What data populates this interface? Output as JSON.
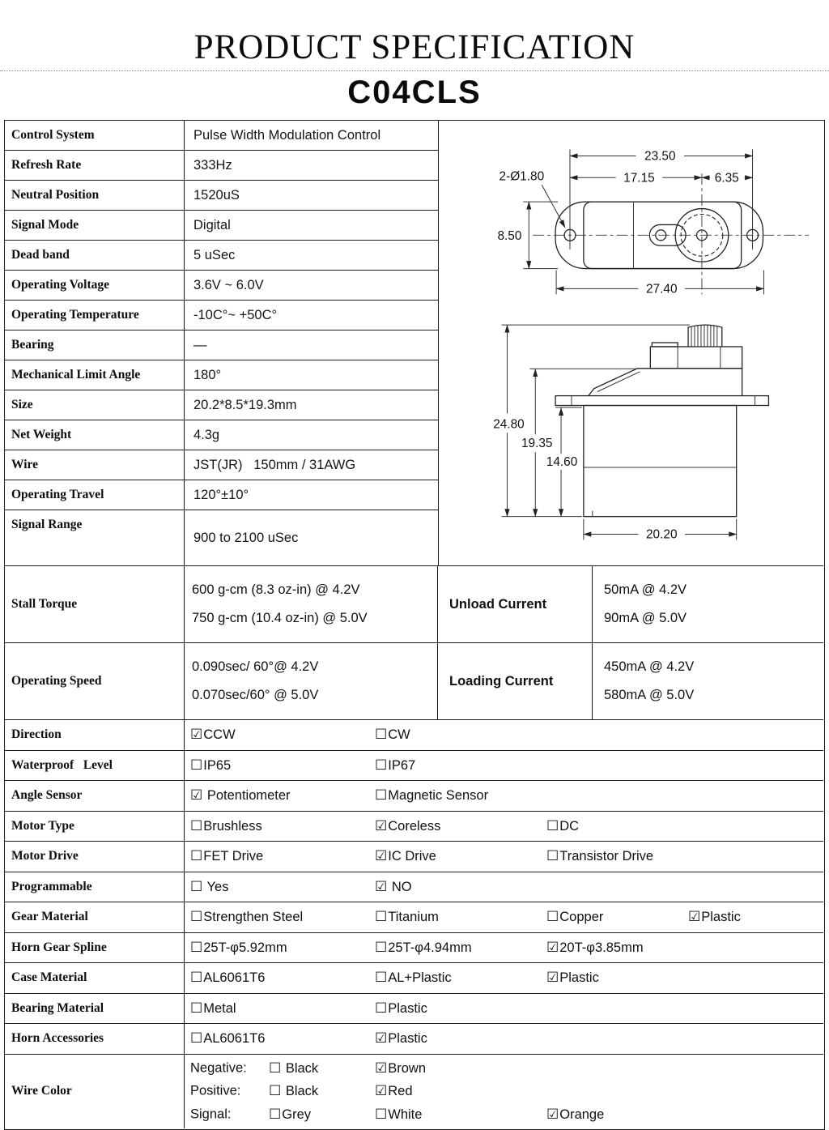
{
  "header": {
    "title": "PRODUCT SPECIFICATION",
    "model": "C04CLS"
  },
  "spec_rows": [
    {
      "label": "Control System",
      "value": "Pulse Width Modulation Control"
    },
    {
      "label": "Refresh Rate",
      "value": "333Hz"
    },
    {
      "label": "Neutral Position",
      "value": "1520uS"
    },
    {
      "label": "Signal Mode",
      "value": "Digital"
    },
    {
      "label": "Dead band",
      "value": "5 uSec"
    },
    {
      "label": "Operating Voltage",
      "value": "3.6V ~ 6.0V"
    },
    {
      "label": "Operating Temperature",
      "value": "-10C°~ +50C°"
    },
    {
      "label": "Bearing",
      "value": "—"
    },
    {
      "label": "Mechanical Limit Angle",
      "value": "180°"
    },
    {
      "label": "Size",
      "value": "20.2*8.5*19.3mm"
    },
    {
      "label": "Net Weight",
      "value": "4.3g"
    },
    {
      "label": "Wire",
      "value": "JST(JR)   150mm / 31AWG"
    },
    {
      "label": "Operating Travel",
      "value": "120°±10°"
    },
    {
      "label": "Signal Range",
      "value": "900 to 2100 uSec"
    }
  ],
  "performance": {
    "stall_torque": {
      "label": "Stall Torque",
      "line1": "600 g-cm (8.3 oz-in) @ 4.2V",
      "line2": "750 g-cm (10.4 oz-in) @ 5.0V"
    },
    "unload_current": {
      "label": "Unload Current",
      "line1": "50mA @ 4.2V",
      "line2": "90mA @ 5.0V"
    },
    "operating_speed": {
      "label": "Operating Speed",
      "line1": "0.090sec/ 60°@ 4.2V",
      "line2": "0.070sec/60° @ 5.0V"
    },
    "loading_current": {
      "label": "Loading Current",
      "line1": "450mA @ 4.2V",
      "line2": "580mA @ 5.0V"
    }
  },
  "option_rows": [
    {
      "label": "Direction",
      "options": [
        {
          "mark": "☑",
          "text": "CCW"
        },
        {
          "mark": "☐",
          "text": "CW"
        }
      ]
    },
    {
      "label": "Waterproof   Level",
      "options": [
        {
          "mark": "☐",
          "text": "IP65"
        },
        {
          "mark": "☐",
          "text": "IP67"
        }
      ]
    },
    {
      "label": "Angle Sensor",
      "options": [
        {
          "mark": "☑",
          "text": " Potentiometer"
        },
        {
          "mark": "☐",
          "text": "Magnetic Sensor"
        }
      ]
    },
    {
      "label": "Motor Type",
      "options": [
        {
          "mark": "☐",
          "text": "Brushless"
        },
        {
          "mark": "☑",
          "text": "Coreless"
        },
        {
          "mark": "☐",
          "text": "DC"
        }
      ]
    },
    {
      "label": "Motor Drive",
      "options": [
        {
          "mark": "☐",
          "text": "FET Drive"
        },
        {
          "mark": "☑",
          "text": "IC Drive"
        },
        {
          "mark": "☐",
          "text": "Transistor Drive"
        }
      ]
    },
    {
      "label": "Programmable",
      "options": [
        {
          "mark": "☐",
          "text": " Yes"
        },
        {
          "mark": "☑",
          "text": " NO"
        }
      ]
    },
    {
      "label": "Gear Material",
      "options": [
        {
          "mark": "☐",
          "text": "Strengthen Steel"
        },
        {
          "mark": "☐",
          "text": "Titanium"
        },
        {
          "mark": "☐",
          "text": "Copper"
        },
        {
          "mark": "☑",
          "text": "Plastic"
        }
      ]
    },
    {
      "label": "Horn Gear Spline",
      "options": [
        {
          "mark": "☐",
          "text": "25T-φ5.92mm"
        },
        {
          "mark": "☐",
          "text": "25T-φ4.94mm"
        },
        {
          "mark": "☑",
          "text": "20T-φ3.85mm"
        }
      ]
    },
    {
      "label": "Case Material",
      "options": [
        {
          "mark": "☐",
          "text": "AL6061T6"
        },
        {
          "mark": "☐",
          "text": "AL+Plastic"
        },
        {
          "mark": "☑",
          "text": "Plastic"
        }
      ]
    },
    {
      "label": "Bearing Material",
      "options": [
        {
          "mark": "☐",
          "text": "Metal"
        },
        {
          "mark": "☐",
          "text": "Plastic"
        }
      ]
    },
    {
      "label": "Horn Accessories",
      "options": [
        {
          "mark": "☐",
          "text": "AL6061T6"
        },
        {
          "mark": "☑",
          "text": "Plastic"
        }
      ]
    }
  ],
  "wire_color": {
    "label": "Wire Color",
    "lines": [
      {
        "prefix": "Negative:",
        "options": [
          {
            "mark": "☐",
            "text": " Black"
          },
          {
            "mark": "☑",
            "text": "Brown"
          }
        ]
      },
      {
        "prefix": "Positive:",
        "options": [
          {
            "mark": "☐",
            "text": " Black"
          },
          {
            "mark": "☑",
            "text": "Red"
          }
        ]
      },
      {
        "prefix": "Signal:",
        "options": [
          {
            "mark": "☐",
            "text": "Grey"
          },
          {
            "mark": "☐",
            "text": "White"
          },
          {
            "mark": "☑",
            "text": "Orange"
          }
        ]
      }
    ]
  },
  "drawings": {
    "top_view": {
      "hole_label": "2-Ø1.80",
      "dim_holes": "23.50",
      "dim_left": "17.15",
      "dim_right": "6.35",
      "dim_height": "8.50",
      "dim_total": "27.40"
    },
    "side_view": {
      "dim_total_height": "24.80",
      "dim_upper_height": "19.35",
      "dim_case_height": "14.60",
      "dim_case_width": "20.20"
    }
  }
}
